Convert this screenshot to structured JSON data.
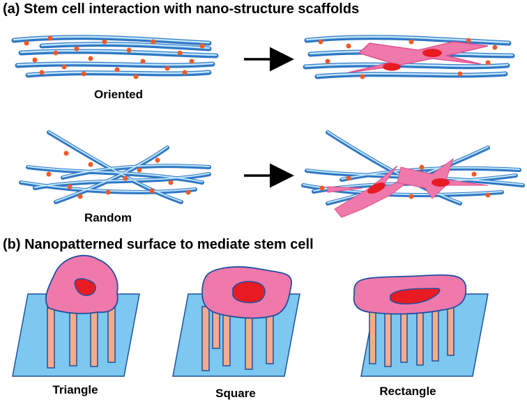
{
  "panel_a": {
    "heading": "(a) Stem cell interaction with nano-structure scaffolds",
    "rows": [
      {
        "label": "Oriented"
      },
      {
        "label": "Random"
      }
    ]
  },
  "panel_b": {
    "heading": "(b) Nanopatterned surface to mediate stem cell",
    "items": [
      {
        "label": "Triangle"
      },
      {
        "label": "Square"
      },
      {
        "label": "Rectangle"
      }
    ]
  },
  "colors": {
    "fiber": "#5aa9e8",
    "fiber_highlight": "#bfe6fb",
    "fiber_dark": "#2f77c4",
    "dot": "#f05a28",
    "cell_body": "#f079ac",
    "nucleus": "#e81b23",
    "substrate": "#7cc8f0",
    "pillar": "#f6ab8c",
    "outline": "#1f4f9e",
    "arrow": "#000000"
  }
}
